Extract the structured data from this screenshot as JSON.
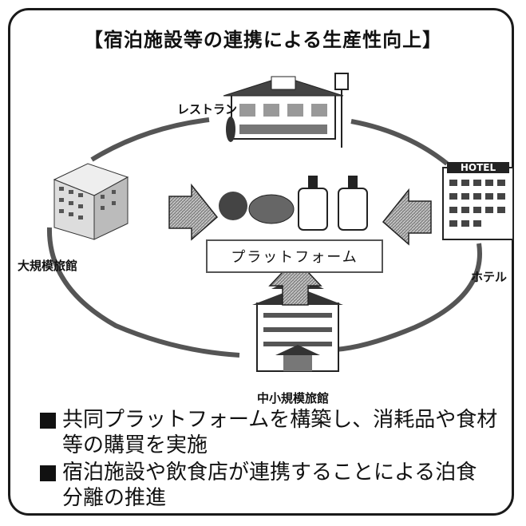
{
  "title": "【宿泊施設等の連携による生産性向上】",
  "nodes": {
    "restaurant": "レストラン",
    "hotel": "ホテル",
    "large_inn": "大規模旅館",
    "small_inn": "中小規模旅館",
    "hotel_sign": "HOTEL"
  },
  "platform": "プラットフォーム",
  "bullets": [
    {
      "line1": "共同プラットフォームを構築し、消耗品や食材",
      "line2": "等の購買を実施"
    },
    {
      "line1": "宿泊施設や飲食店が連携することによる泊食",
      "line2": "分離の推進"
    }
  ]
}
